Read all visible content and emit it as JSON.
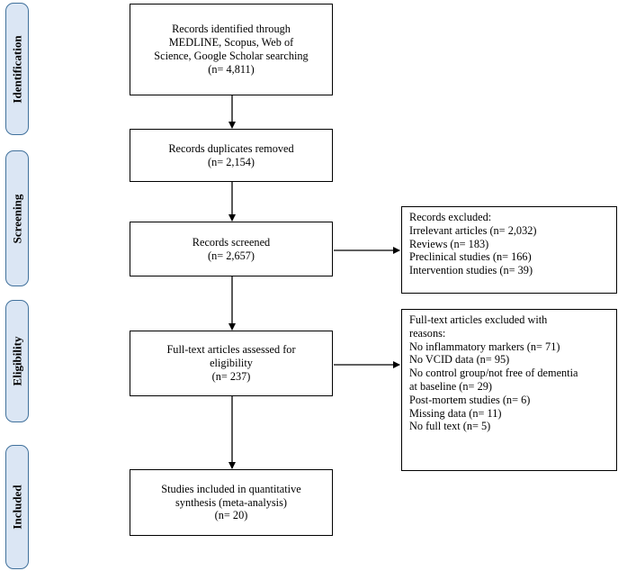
{
  "stages": [
    "Identification",
    "Screening",
    "Eligibility",
    "Included"
  ],
  "boxes": {
    "identified": [
      "Records identified through",
      "MEDLINE, Scopus, Web of",
      "Science, Google Scholar searching",
      "(n= 4,811)"
    ],
    "duplicates": [
      "Records duplicates removed",
      "(n= 2,154)"
    ],
    "screened": [
      "Records screened",
      "(n= 2,657)"
    ],
    "excluded": [
      "Records excluded:",
      "Irrelevant articles (n= 2,032)",
      "Reviews (n= 183)",
      "Preclinical studies (n= 166)",
      "Intervention studies (n= 39)"
    ],
    "fulltext": [
      "Full-text articles assessed for",
      "eligibility",
      "(n= 237)"
    ],
    "fulltext_excluded": [
      "Full-text articles excluded with",
      "reasons:",
      "No inflammatory markers (n= 71)",
      "No VCID data (n= 95)",
      "No control group/not free of dementia",
      "at baseline (n= 29)",
      "Post-mortem studies (n= 6)",
      "Missing data (n= 11)",
      "No full text (n= 5)"
    ],
    "included": [
      "Studies included in quantitative",
      "synthesis (meta-analysis)",
      "(n= 20)"
    ]
  }
}
